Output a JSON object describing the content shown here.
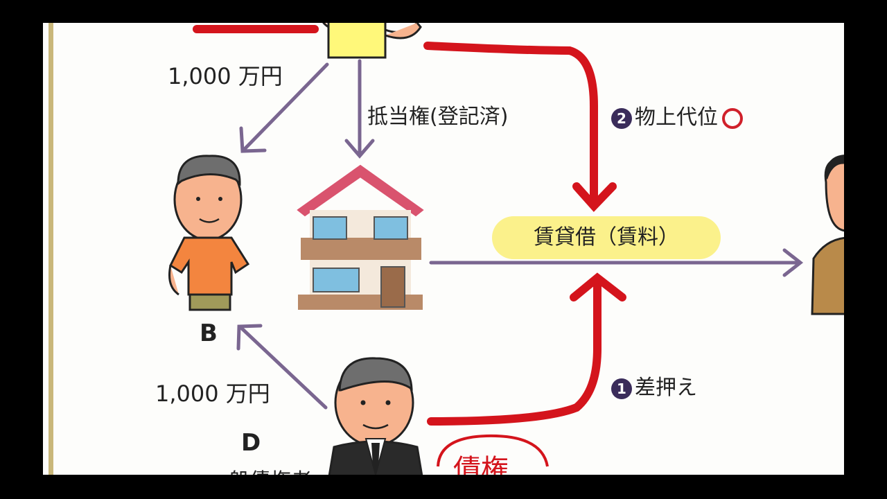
{
  "labels": {
    "amount_top": "1,000 万円",
    "mortgage": "抵当権(登記済)",
    "subrogation_num": "2",
    "subrogation_text": "物上代位",
    "rent_pill": "賃貸借（賃料）",
    "letter_b": "B",
    "amount_bottom": "1,000 万円",
    "seizure_num": "1",
    "seizure_text": "差押え",
    "letter_d": "D",
    "d_subtitle": "一般債権者",
    "handwritten_note": "債権"
  },
  "colors": {
    "arrow_purple": "#7a6690",
    "annotation_red": "#d4141c",
    "pill_yellow": "#fbf18b",
    "roof_pink": "#d9536e",
    "gold_rule": "#c9b77a"
  },
  "icons": {
    "person_top": "person-yellow-shirt-icon",
    "person_b": "person-orange-shirt-icon",
    "house": "house-icon",
    "person_d": "businessman-icon",
    "person_right": "person-right-icon"
  }
}
